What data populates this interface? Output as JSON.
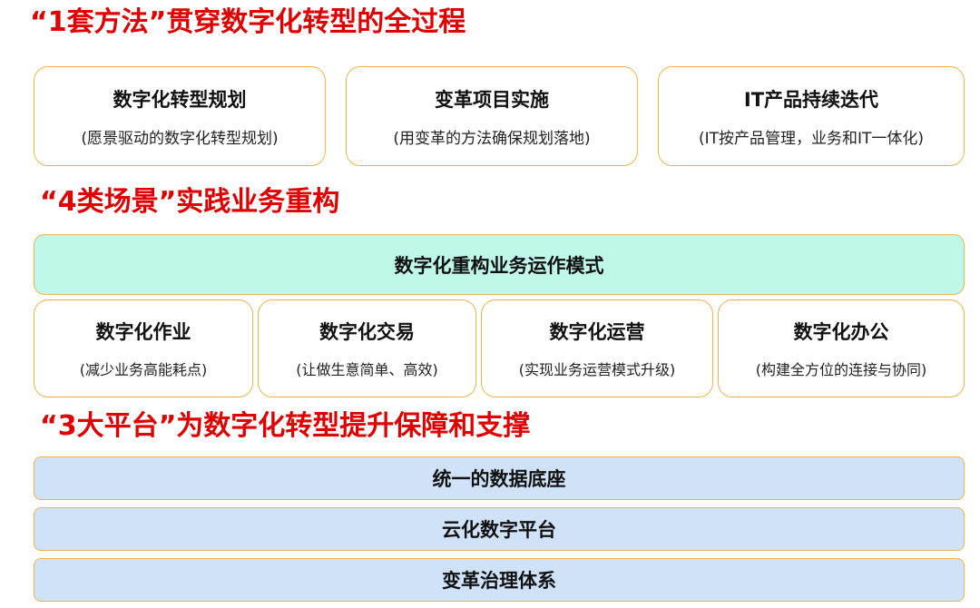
{
  "colors": {
    "title_red": "#e00000",
    "card_border": "#f2b44a",
    "banner_fill": "#bff8e8",
    "platform_fill": "#cfe2f7"
  },
  "section1": {
    "title": "“1套方法”贯穿数字化转型的全过程",
    "cards": [
      {
        "title": "数字化转型规划",
        "subtitle": "(愿景驱动的数字化转型规划)"
      },
      {
        "title": "变革项目实施",
        "subtitle": "(用变革的方法确保规划落地)"
      },
      {
        "title": "IT产品持续迭代",
        "subtitle": "(IT按产品管理，业务和IT一体化)"
      }
    ]
  },
  "section2": {
    "title": "“4类场景”实践业务重构",
    "banner": "数字化重构业务运作模式",
    "cards": [
      {
        "title": "数字化作业",
        "subtitle": "(减少业务高能耗点)"
      },
      {
        "title": "数字化交易",
        "subtitle": "(让做生意简单、高效)"
      },
      {
        "title": "数字化运营",
        "subtitle": "(实现业务运营模式升级)"
      },
      {
        "title": "数字化办公",
        "subtitle": "(构建全方位的连接与协同)"
      }
    ]
  },
  "section3": {
    "title": "“3大平台”为数字化转型提升保障和支撑",
    "bars": [
      "统一的数据底座",
      "云化数字平台",
      "变革治理体系"
    ]
  }
}
